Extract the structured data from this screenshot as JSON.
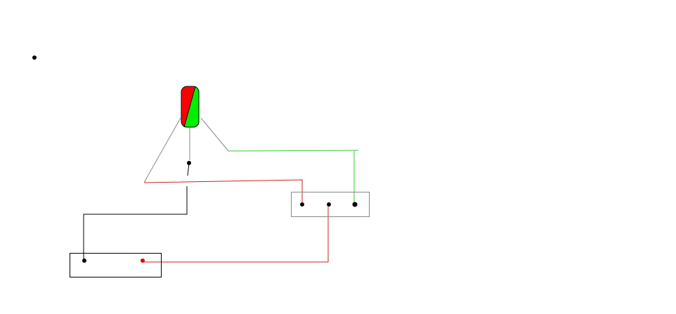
{
  "diagram": {
    "colors": {
      "background": "#ffffff",
      "black_wire": "#000000",
      "red_wire": "#cc2222",
      "green_wire": "#33cc33",
      "gray_wire": "#888888",
      "component_red": "#ff0000",
      "component_green": "#00ee00",
      "box_border": "#000000",
      "gray_box_border": "#888888"
    },
    "components": {
      "indicator": "red-green-indicator",
      "box_left": "left-terminal-box",
      "box_right": "right-terminal-box"
    }
  }
}
